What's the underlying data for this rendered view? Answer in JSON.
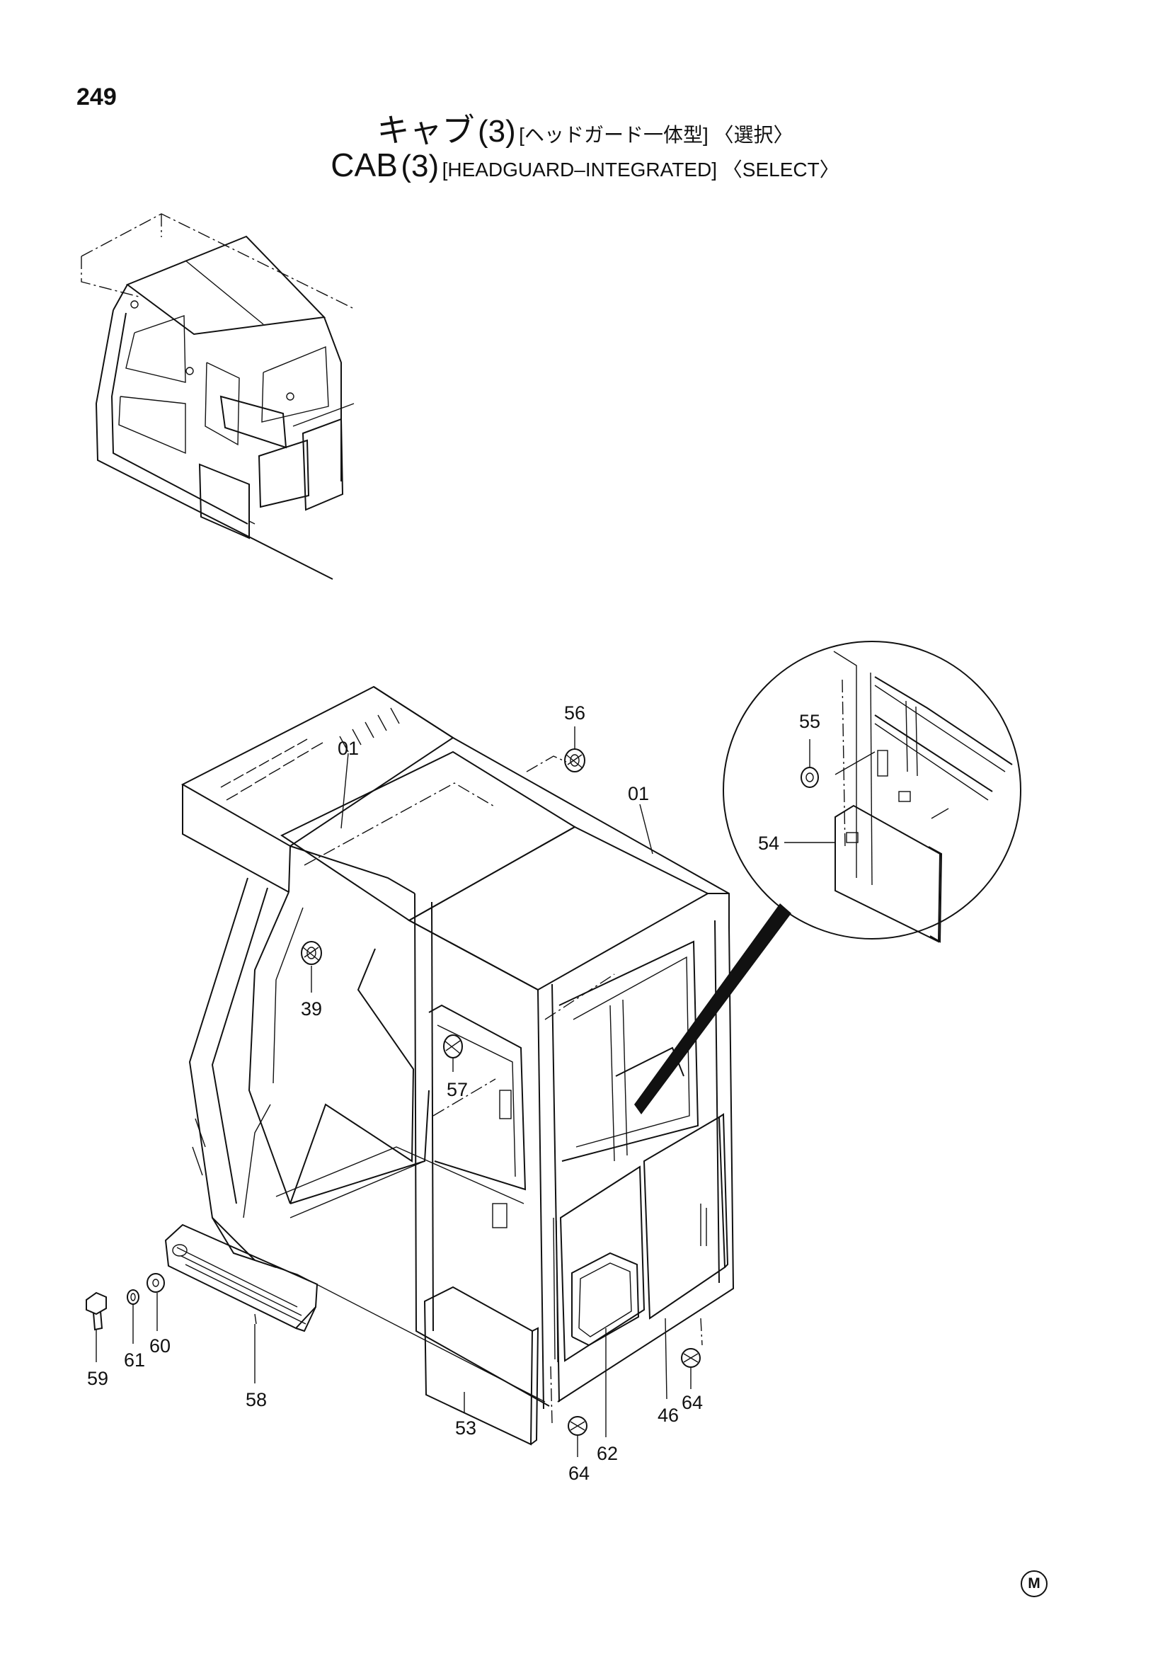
{
  "page": {
    "number": "249"
  },
  "title": {
    "ja": {
      "main": "キャブ",
      "num": "(3)",
      "sub": "[ヘッドガード一体型] 〈選択〉"
    },
    "en": {
      "main": "CAB",
      "num": "(3)",
      "sub": "[HEADGUARD–INTEGRATED] 〈SELECT〉"
    }
  },
  "parts": [
    {
      "id": "56"
    },
    {
      "id": "01"
    },
    {
      "id": "01"
    },
    {
      "id": "55"
    },
    {
      "id": "54"
    },
    {
      "id": "39"
    },
    {
      "id": "57"
    },
    {
      "id": "59"
    },
    {
      "id": "61"
    },
    {
      "id": "60"
    },
    {
      "id": "58"
    },
    {
      "id": "53"
    },
    {
      "id": "64"
    },
    {
      "id": "62"
    },
    {
      "id": "46"
    },
    {
      "id": "64"
    }
  ],
  "footer": {
    "mark": "M"
  },
  "colors": {
    "ink": "#111111",
    "panel_fill": "#b8b8b8",
    "background": "#ffffff"
  }
}
